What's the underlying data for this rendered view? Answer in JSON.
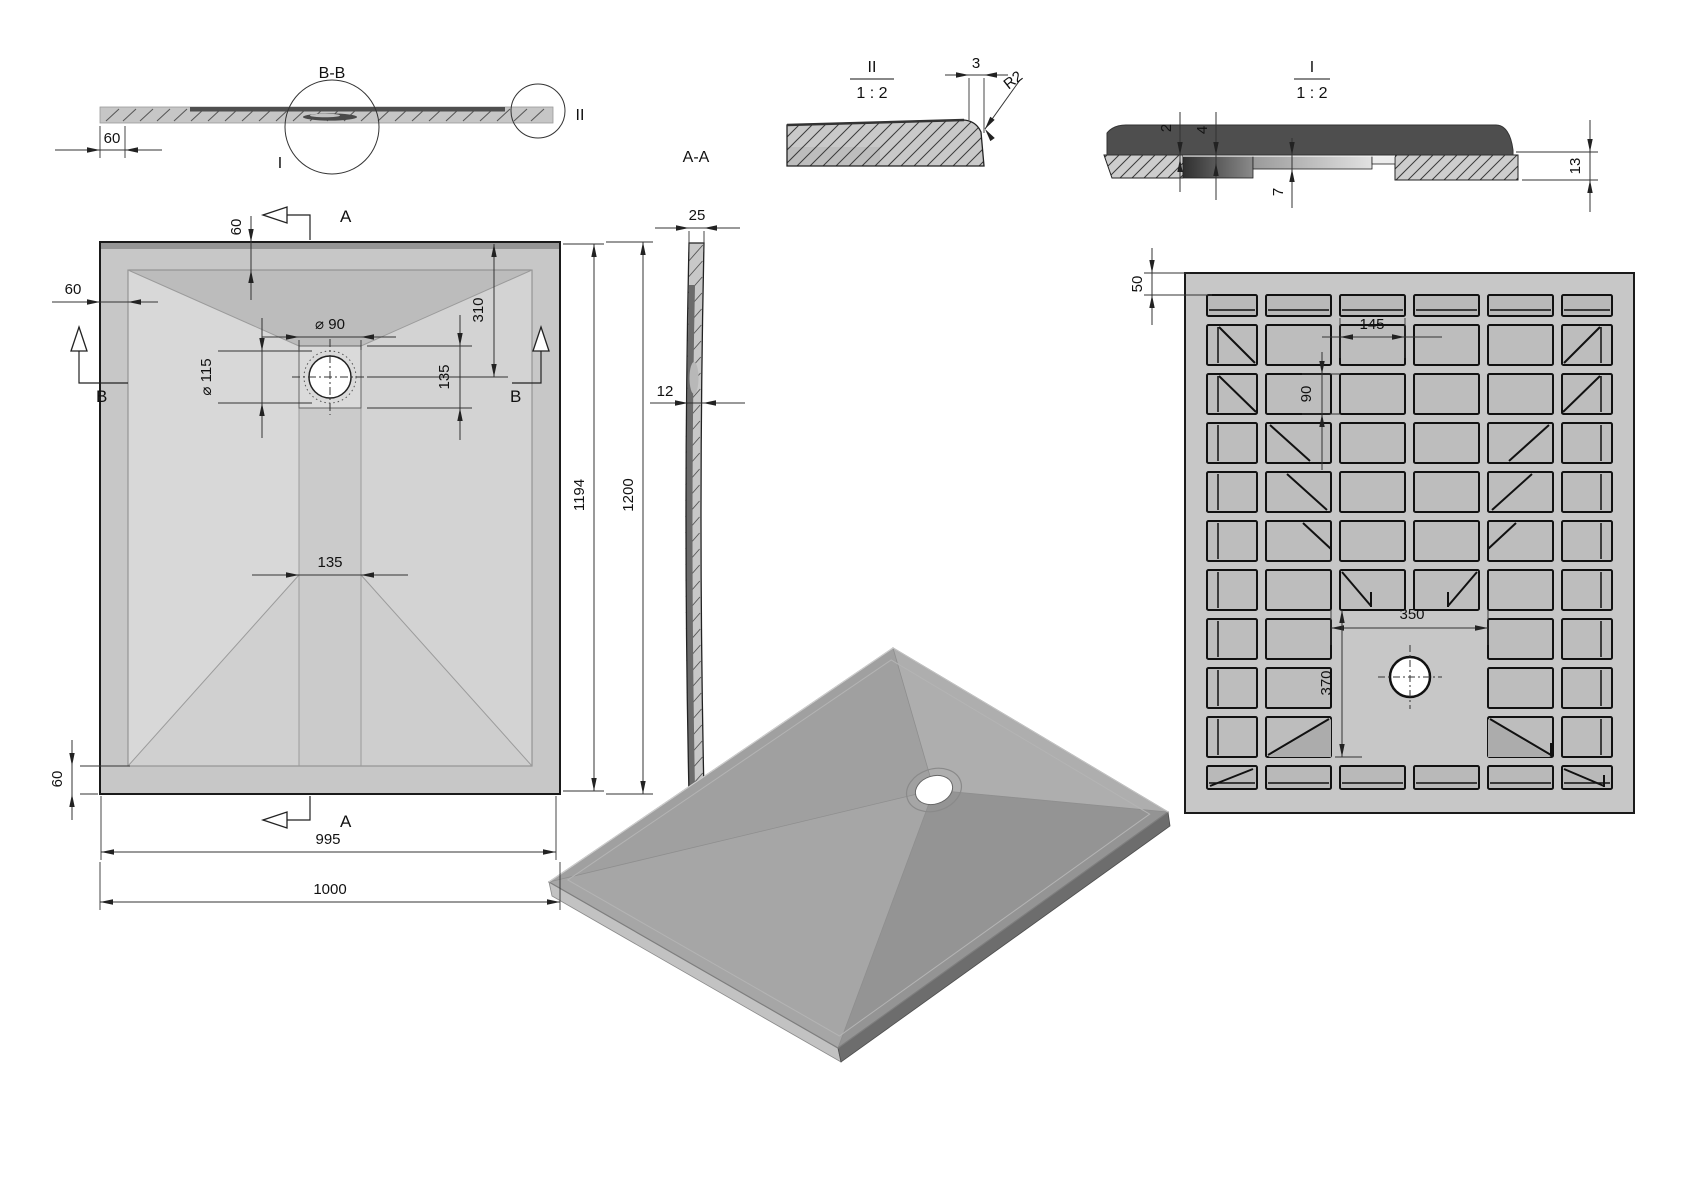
{
  "views": {
    "section_bb": {
      "title": "B-B",
      "detail_marker_large": "I",
      "detail_marker_small": "II"
    },
    "detail_ii": {
      "title": "II",
      "scale": "1 : 2"
    },
    "detail_i": {
      "title": "I",
      "scale": "1 : 2"
    },
    "section_aa": {
      "title": "A-A"
    },
    "top_view": {
      "section_arrow_a": "A",
      "section_arrow_b": "B"
    }
  },
  "dim_labels": {
    "bb_rim": "60",
    "d2_3": "3",
    "d2_r2": "R2",
    "di_2": "2",
    "di_4": "4",
    "di_7": "7",
    "di_13": "13",
    "tv_top60": "60",
    "tv_left60": "60",
    "tv_bot60": "60",
    "tv_o90": "⌀ 90",
    "tv_o115": "⌀ 115",
    "tv_310": "310",
    "tv_r135": "135",
    "tv_b135": "135",
    "tv_1194": "1194",
    "tv_1200": "1200",
    "tv_995": "995",
    "tv_1000": "1000",
    "aa_25": "25",
    "aa_12": "12",
    "bv_50": "50",
    "bv_145": "145",
    "bv_90": "90",
    "bv_350": "350",
    "bv_370": "370"
  }
}
